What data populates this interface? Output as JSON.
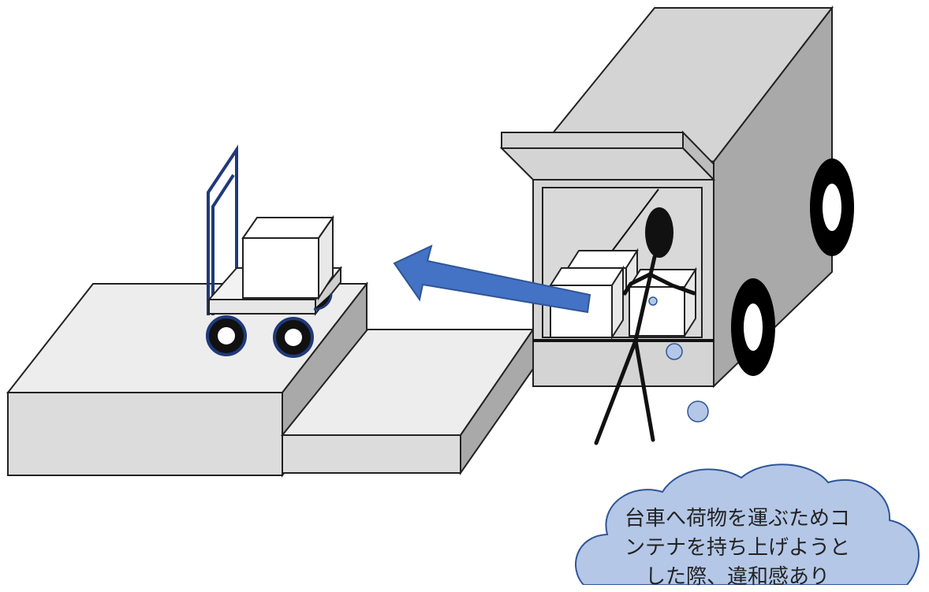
{
  "diagram": {
    "speech_bubble": {
      "lines": [
        "台車へ荷物を運ぶためコ",
        "ンテナを持ち上げようと",
        "した際、違和感あり"
      ]
    },
    "colors": {
      "platform_fill": "#d9d9d9",
      "truck_fill": "#d4d4d4",
      "cart_frame": "#1f3a7a",
      "arrow": "#4472c4",
      "bubble_fill": "#b4c7e7",
      "sweat_drop": "#b4c7e7",
      "wheel_black": "#000000"
    }
  }
}
